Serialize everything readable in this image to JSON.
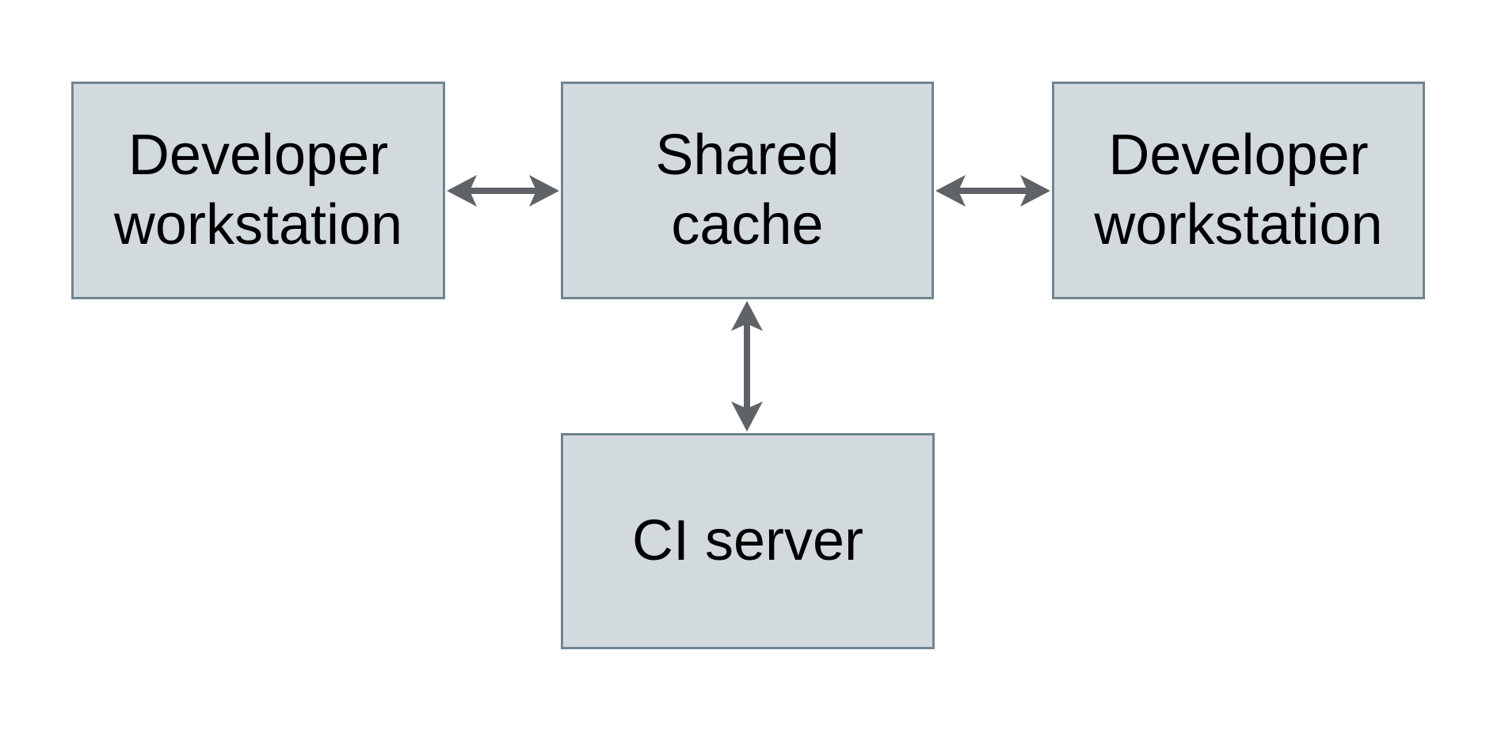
{
  "diagram": {
    "nodes": {
      "dev_left": {
        "label": "Developer\nworkstation"
      },
      "shared_cache": {
        "label": "Shared\ncache"
      },
      "dev_right": {
        "label": "Developer\nworkstation"
      },
      "ci_server": {
        "label": "CI server"
      }
    },
    "edges": [
      {
        "from": "dev_left",
        "to": "shared_cache",
        "direction": "bidirectional"
      },
      {
        "from": "shared_cache",
        "to": "dev_right",
        "direction": "bidirectional"
      },
      {
        "from": "shared_cache",
        "to": "ci_server",
        "direction": "bidirectional"
      }
    ]
  },
  "colors": {
    "node_fill": "#d3dade",
    "node_border": "#6f8591",
    "arrow": "#5f6368",
    "text": "#000000",
    "background": "#ffffff"
  }
}
